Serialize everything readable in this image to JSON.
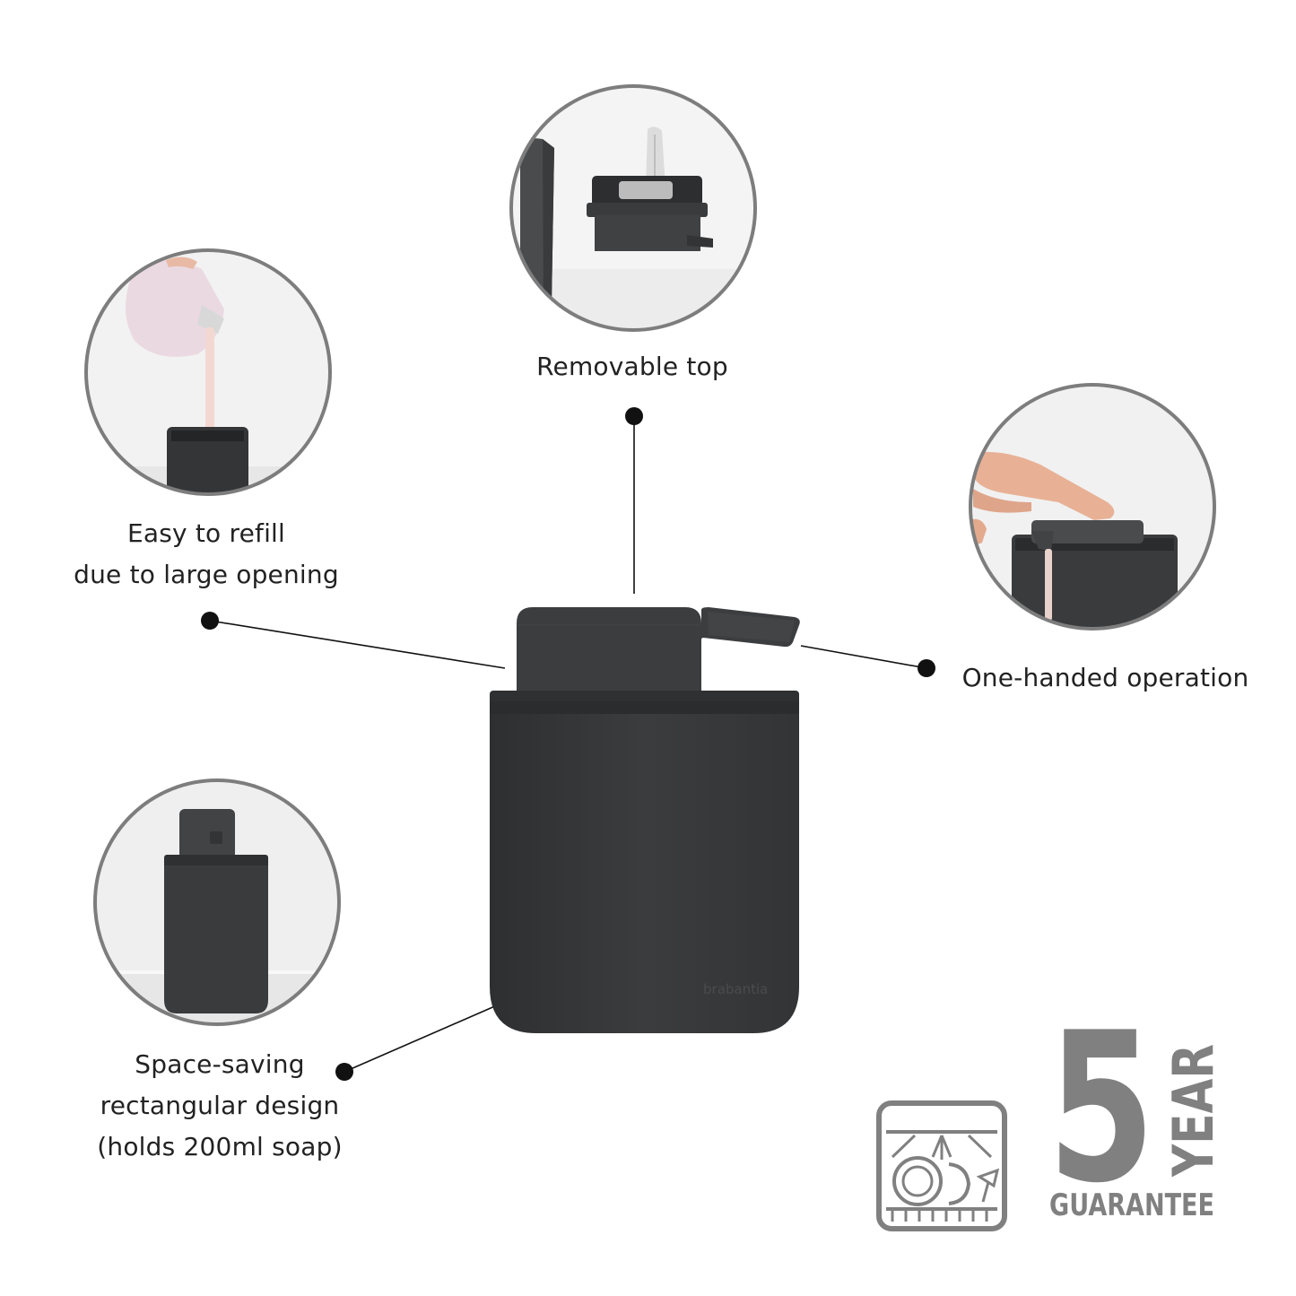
{
  "features": {
    "refill": {
      "line1": "Easy to refill",
      "line2": "due to large opening"
    },
    "top": {
      "label": "Removable top"
    },
    "onehand": {
      "label": "One-handed operation"
    },
    "space": {
      "line1": "Space-saving",
      "line2": "rectangular design",
      "line3": "(holds 200ml soap)"
    }
  },
  "product": {
    "brand_mark": "brabantia"
  },
  "guarantee": {
    "number": "5",
    "year": "YEAR",
    "word": "GUARANTEE"
  },
  "icons": [
    "dishwasher-safe-icon"
  ],
  "colors": {
    "product_dark": "#3a3b3d",
    "circle_border": "#7d7d7d",
    "guarantee_gray": "#808080",
    "callout_dot": "#111111"
  }
}
